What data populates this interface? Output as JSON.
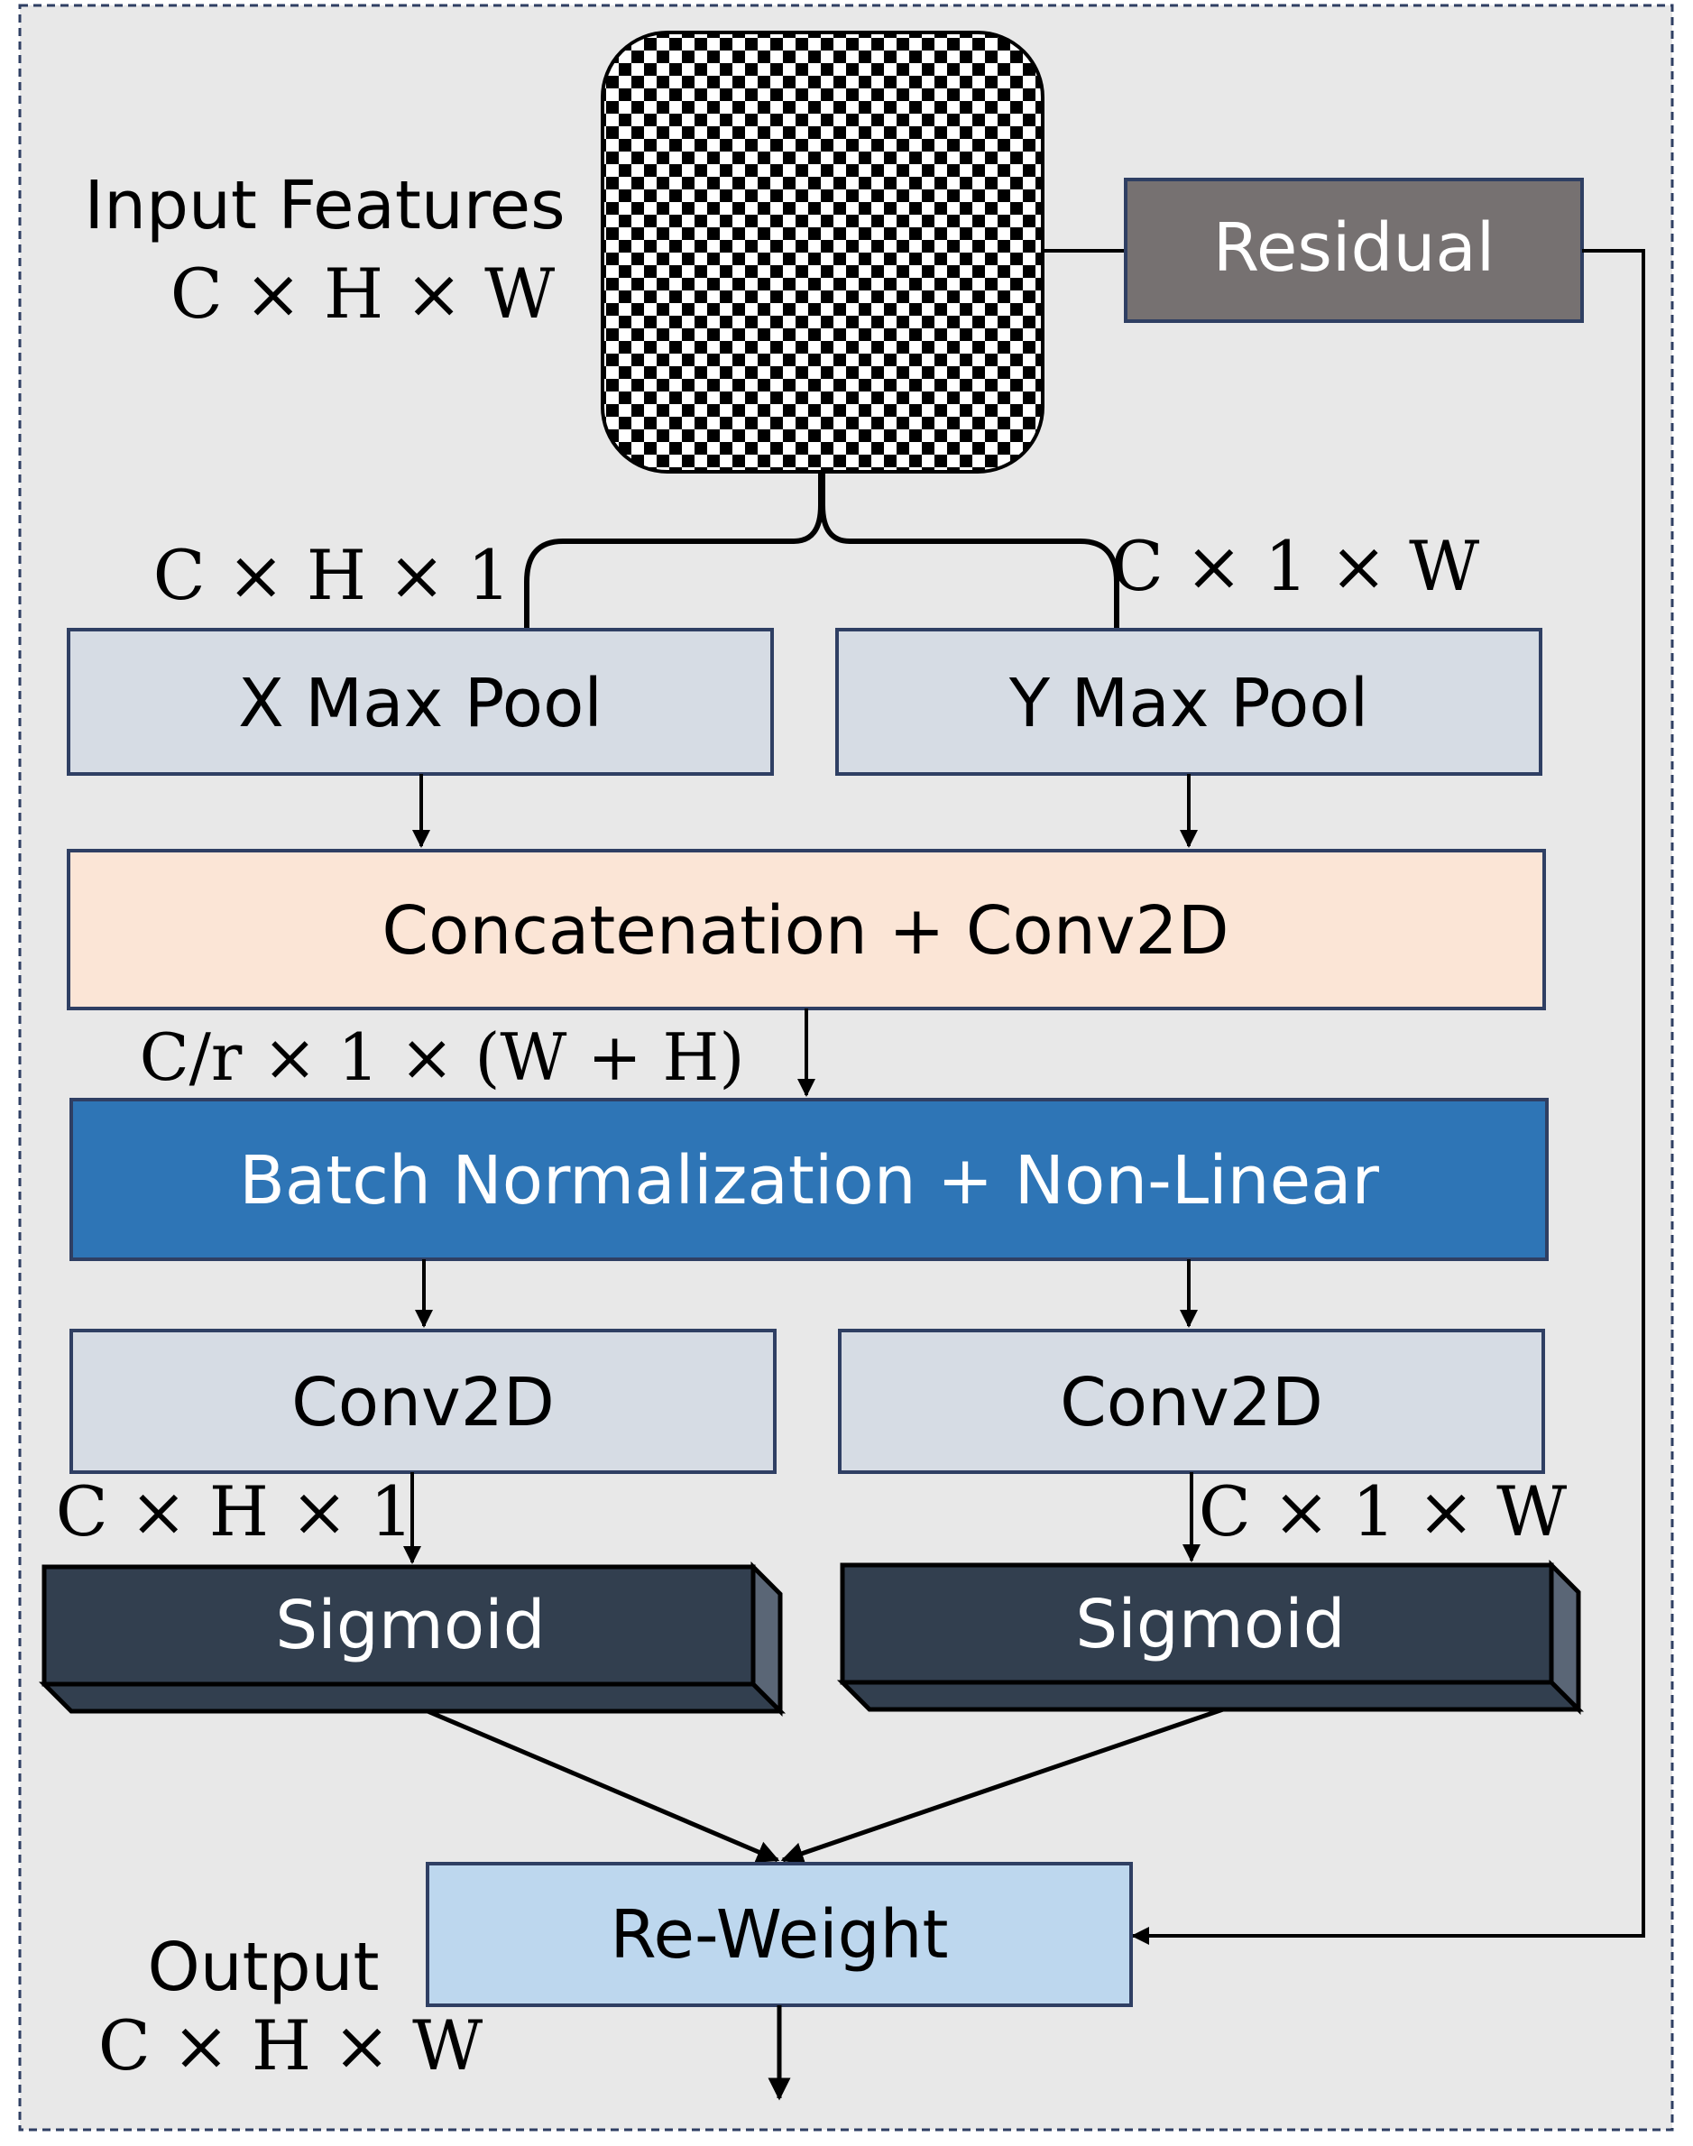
{
  "input": {
    "title": "Input Features",
    "dims": "C × H × W"
  },
  "residual": {
    "label": "Residual"
  },
  "branches": {
    "left_dims": "C × H × 1",
    "right_dims": "C × 1 × W"
  },
  "x_max_pool": {
    "label": "X Max Pool"
  },
  "y_max_pool": {
    "label": "Y Max Pool"
  },
  "concat": {
    "label": "Concatenation + Conv2D",
    "out_dims": "C/r × 1 × (W + H)"
  },
  "batch_norm": {
    "label": "Batch Normalization + Non-Linear"
  },
  "conv_left": {
    "label": "Conv2D",
    "out_dims": "C × H × 1"
  },
  "conv_right": {
    "label": "Conv2D",
    "out_dims": "C × 1 × W"
  },
  "sigmoid_left": {
    "label": "Sigmoid"
  },
  "sigmoid_right": {
    "label": "Sigmoid"
  },
  "reweight": {
    "label": "Re-Weight"
  },
  "output": {
    "title": "Output",
    "dims": "C × H × W"
  },
  "colors": {
    "background": "#e8e8e8",
    "border": "#2f3f63",
    "pool_fill": "#d6dce4",
    "concat_fill": "#fbe5d6",
    "batchnorm_fill": "#2e75b6",
    "residual_fill": "#767171",
    "sigmoid_fill": "#323f4f",
    "reweight_fill": "#bdd7ee"
  }
}
